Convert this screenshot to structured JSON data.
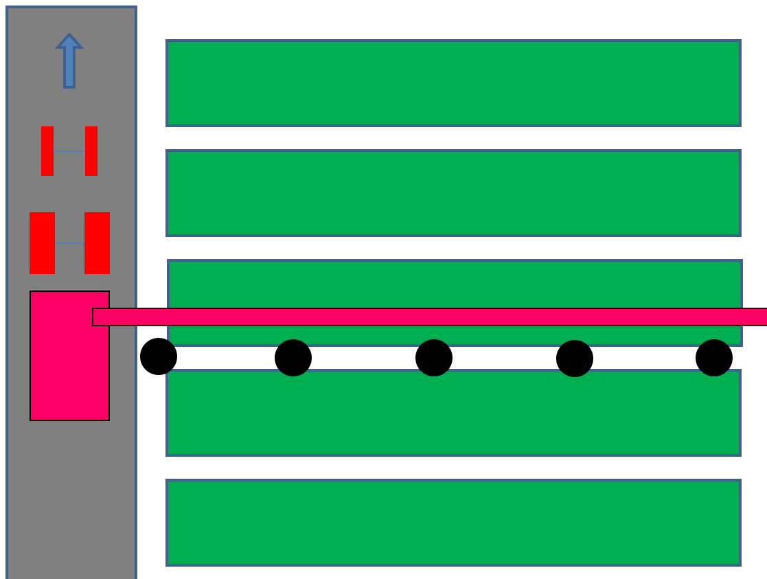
{
  "colors": {
    "road": "#808080",
    "road_border": "#41628f",
    "arrow_fill": "#4f81bd",
    "arrow_border": "#41628f",
    "wheel": "#ff0000",
    "axle_bar": "#4f81bd",
    "vehicle_body": "#ff0066",
    "boom": "#ff0066",
    "field": "#00b050",
    "nozzle": "#000000"
  },
  "diagram": {
    "direction_arrow": "up-arrow-icon",
    "wheel_axles": [
      "front-axle",
      "rear-axle"
    ],
    "field_count": 5,
    "nozzle_count": 5
  }
}
